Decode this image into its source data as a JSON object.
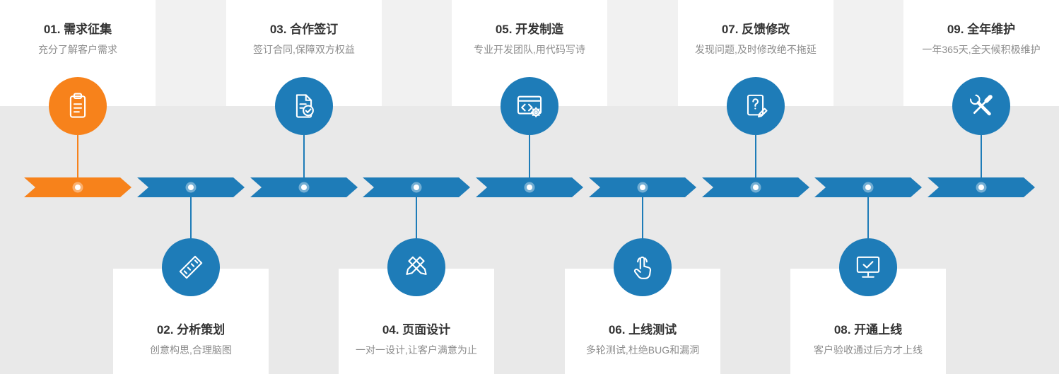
{
  "page": {
    "background": "#f1f1f1",
    "band_background": "#e9e9e9",
    "card_background": "#ffffff"
  },
  "colors": {
    "orange": "#F7821B",
    "blue": "#1E7CB8",
    "title_text": "#333333",
    "subtitle_text": "#8c8c8c"
  },
  "steps": [
    {
      "id": "01",
      "title": "01. 需求征集",
      "subtitle": "充分了解客户需求",
      "icon": "clipboard-list-icon",
      "side": "top",
      "accent": "orange"
    },
    {
      "id": "02",
      "title": "02. 分析策划",
      "subtitle": "创意构思,合理脑图",
      "icon": "ruler-pencil-icon",
      "side": "bottom",
      "accent": "blue"
    },
    {
      "id": "03",
      "title": "03. 合作签订",
      "subtitle": "签订合同,保障双方权益",
      "icon": "contract-check-icon",
      "side": "top",
      "accent": "blue"
    },
    {
      "id": "04",
      "title": "04. 页面设计",
      "subtitle": "一对一设计,让客户满意为止",
      "icon": "crossed-pencils-icon",
      "side": "bottom",
      "accent": "blue"
    },
    {
      "id": "05",
      "title": "05. 开发制造",
      "subtitle": "专业开发团队,用代码写诗",
      "icon": "code-window-gear-icon",
      "side": "top",
      "accent": "blue"
    },
    {
      "id": "06",
      "title": "06. 上线测试",
      "subtitle": "多轮测试,杜绝BUG和漏洞",
      "icon": "hand-tap-icon",
      "side": "bottom",
      "accent": "blue"
    },
    {
      "id": "07",
      "title": "07. 反馈修改",
      "subtitle": "发现问题,及时修改绝不拖延",
      "icon": "feedback-edit-icon",
      "side": "top",
      "accent": "blue"
    },
    {
      "id": "08",
      "title": "08. 开通上线",
      "subtitle": "客户验收通过后方才上线",
      "icon": "monitor-check-icon",
      "side": "bottom",
      "accent": "blue"
    },
    {
      "id": "09",
      "title": "09. 全年维护",
      "subtitle": "一年365天,全天候积极维护",
      "icon": "wrench-screwdriver-icon",
      "side": "top",
      "accent": "blue"
    }
  ]
}
